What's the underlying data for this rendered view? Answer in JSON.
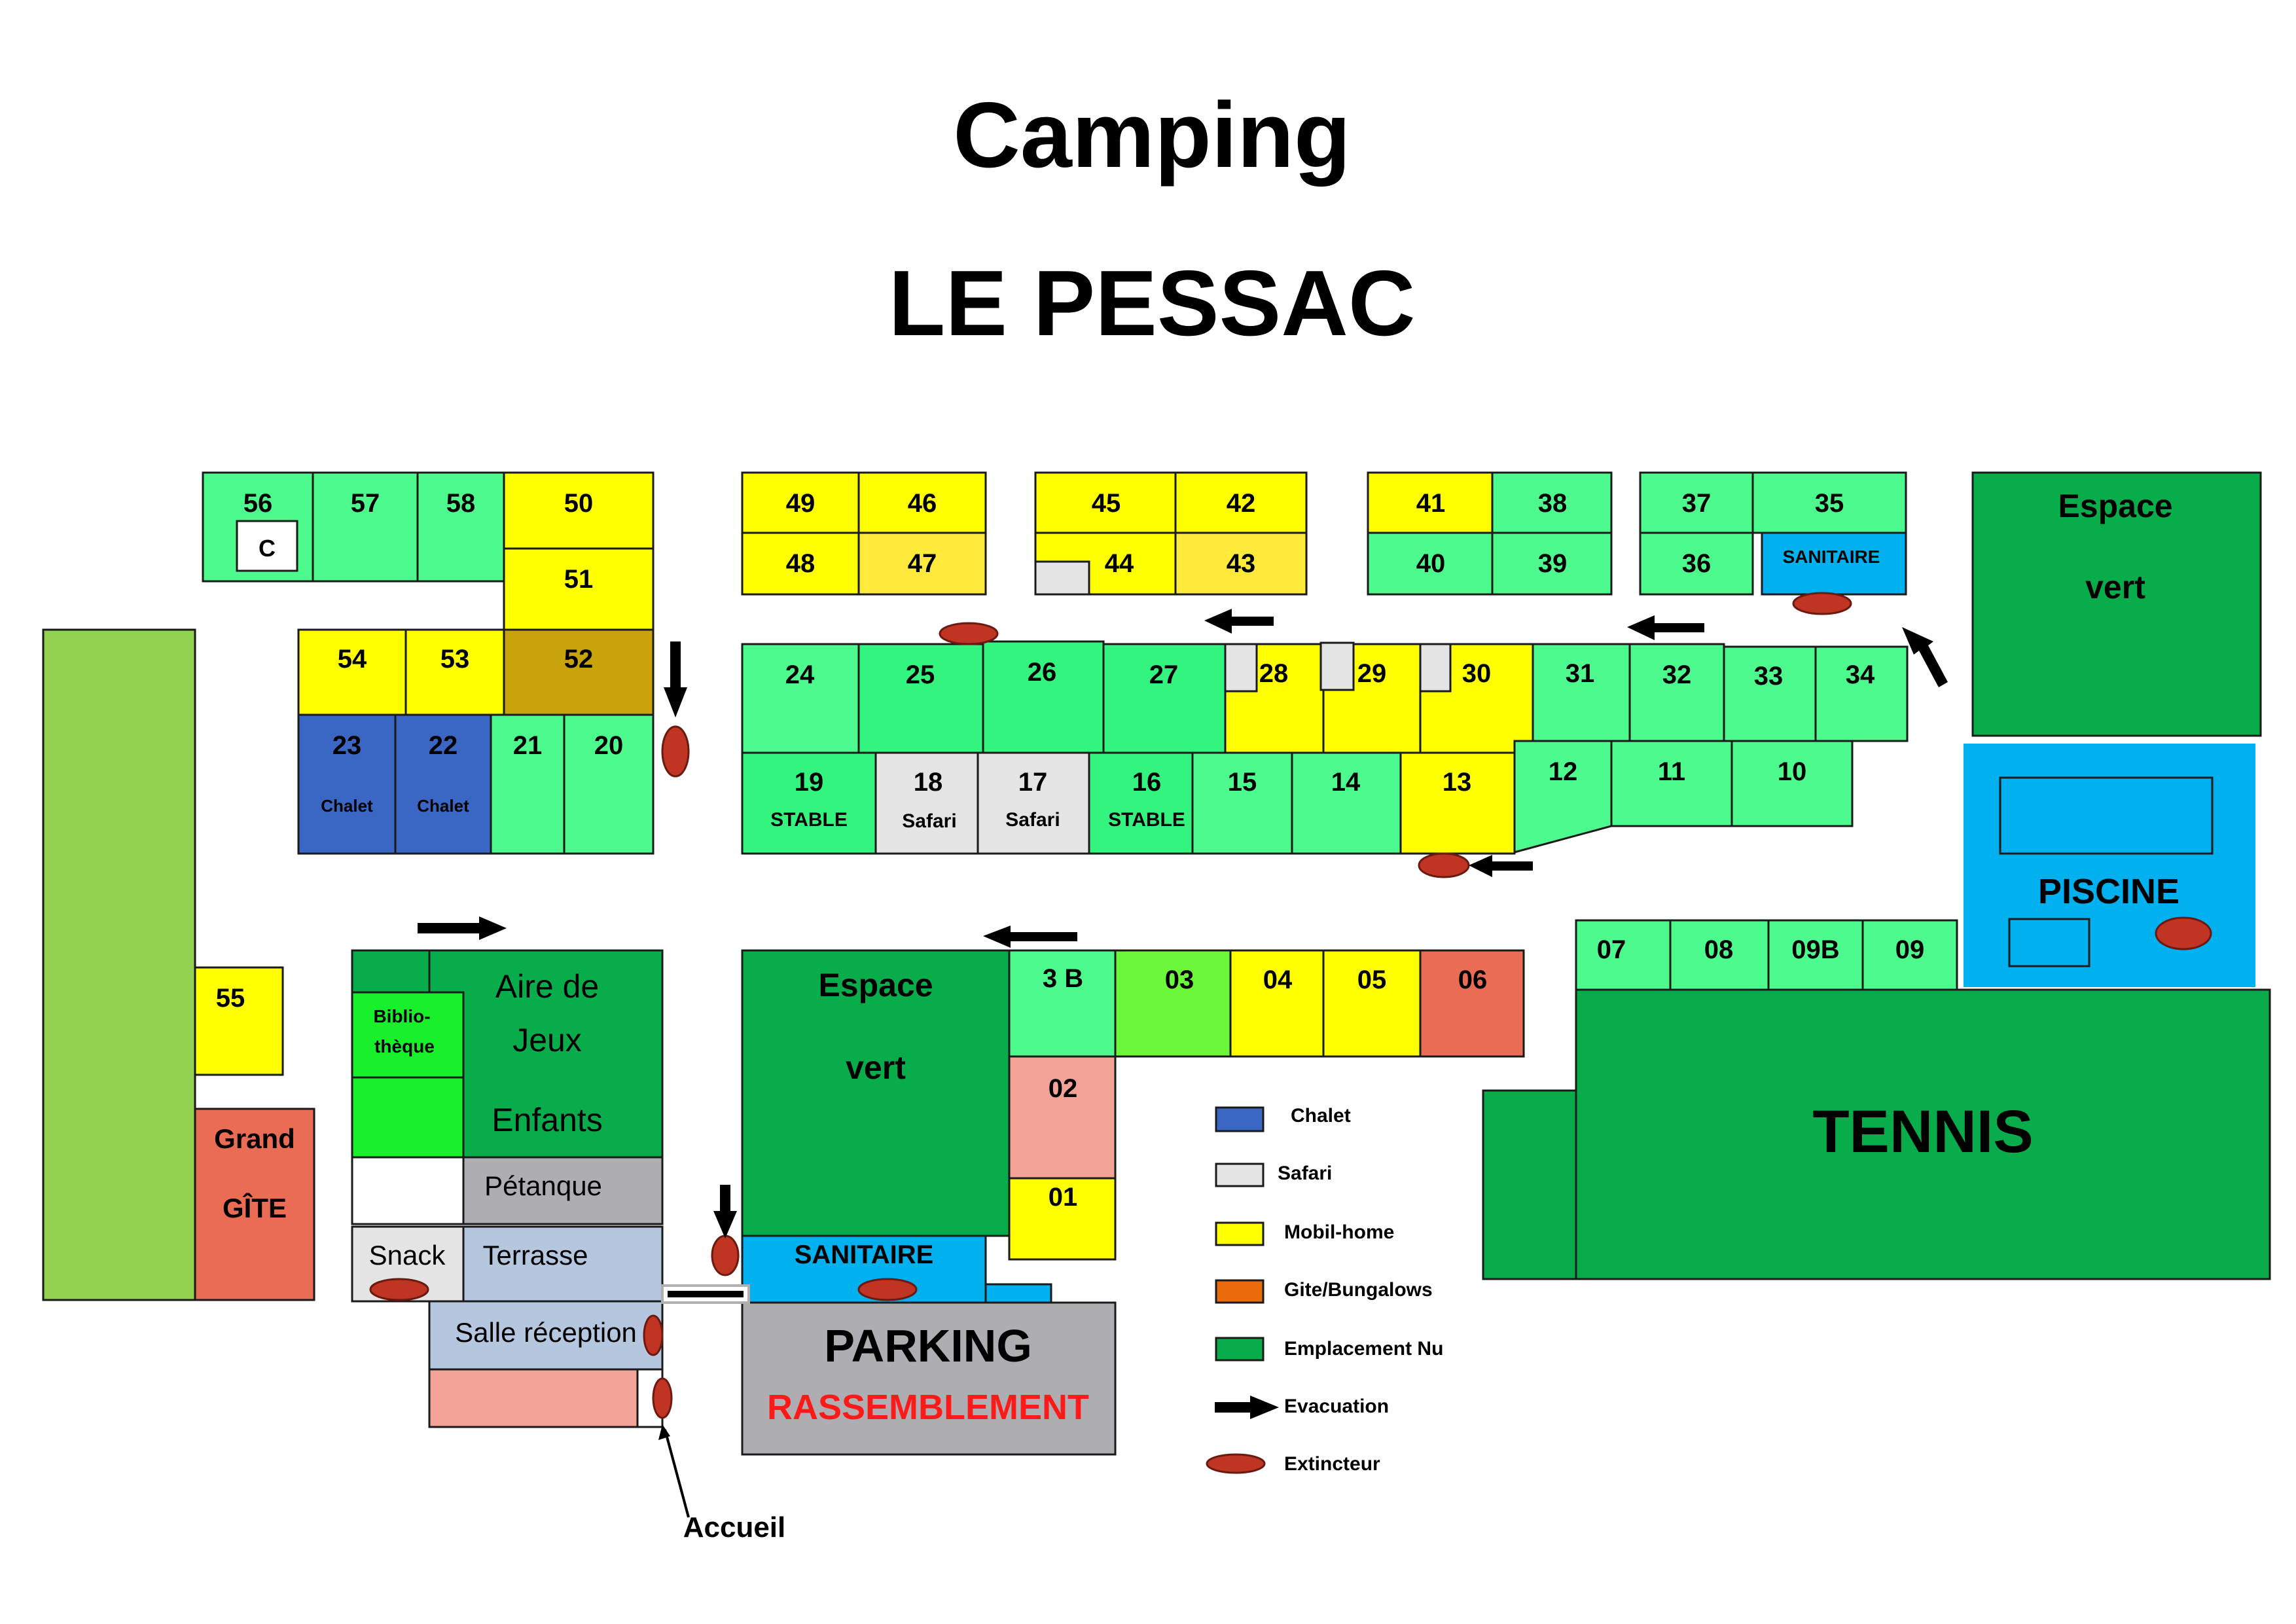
{
  "title": {
    "line1": "Camping",
    "line2": "LE PESSAC"
  },
  "colors": {
    "emplacement": "#4dfa8e",
    "emplacement_dark": "#34f480",
    "mobil_home": "#ffff00",
    "mobil_home_light": "#ffe93a",
    "mobil_home_dark": "#c9a30a",
    "chalet": "#3a66c4",
    "safari": "#e4e4e4",
    "espace_vert": "#08ac4b",
    "piscine": "#00b0ef",
    "gite": "#ea6c55",
    "light_green_strip": "#92d050",
    "light_pink": "#f2a296",
    "gray_blue": "#b5c6df",
    "gray": "#aeaeb2",
    "bright_green": "#19f02c",
    "lime": "#6cf73a",
    "extincteur": "#bf3422",
    "evac": "#000000"
  },
  "zones": {
    "c_box": "C",
    "stable": "STABLE",
    "safari": "Safari",
    "chalet": "Chalet",
    "espace_vert_top": [
      "Espace",
      "vert"
    ],
    "espace_vert_center": [
      "Espace",
      "vert"
    ],
    "piscine": "PISCINE",
    "tennis": "TENNIS",
    "grand_gite": [
      "Grand",
      "GÎTE"
    ],
    "aire_jeux": [
      "Aire de",
      "Jeux",
      "Enfants"
    ],
    "bibliotheque": [
      "Biblio-",
      "thèque"
    ],
    "petanque": "Pétanque",
    "snack": "Snack",
    "terrasse": "Terrasse",
    "salle_reception": "Salle réception",
    "sanitaire_top": "SANITAIRE",
    "sanitaire_bottom": "SANITAIRE",
    "parking": "PARKING",
    "rassemblement": "RASSEMBLEMENT",
    "accueil": "Accueil"
  },
  "plots": {
    "p56": "56",
    "p57": "57",
    "p58": "58",
    "p50": "50",
    "p51": "51",
    "p54": "54",
    "p53": "53",
    "p52": "52",
    "p23": "23",
    "p22": "22",
    "p21": "21",
    "p20": "20",
    "p49": "49",
    "p46": "46",
    "p48": "48",
    "p47": "47",
    "p45": "45",
    "p42": "42",
    "p44": "44",
    "p43": "43",
    "p41": "41",
    "p38": "38",
    "p40": "40",
    "p39": "39",
    "p37": "37",
    "p35": "35",
    "p36": "36",
    "p24": "24",
    "p25": "25",
    "p26": "26",
    "p27": "27",
    "p28": "28",
    "p29": "29",
    "p30": "30",
    "p31": "31",
    "p32": "32",
    "p33": "33",
    "p34": "34",
    "p19": "19",
    "p18": "18",
    "p17": "17",
    "p16": "16",
    "p15": "15",
    "p14": "14",
    "p13": "13",
    "p12": "12",
    "p11": "11",
    "p10": "10",
    "p07": "07",
    "p08": "08",
    "p09b": "09B",
    "p09": "09",
    "p3b": "3 B",
    "p03": "03",
    "p04": "04",
    "p05": "05",
    "p06": "06",
    "p02": "02",
    "p01": "01",
    "p55": "55"
  },
  "legend": [
    {
      "label": "Chalet",
      "color": "#3a66c4",
      "symbol": "box"
    },
    {
      "label": "Safari",
      "color": "#e4e4e4",
      "symbol": "box"
    },
    {
      "label": "Mobil-home",
      "color": "#ffff00",
      "symbol": "box"
    },
    {
      "label": "Gite/Bungalows",
      "color": "#e96b0c",
      "symbol": "box"
    },
    {
      "label": "Emplacement Nu",
      "color": "#08ac4b",
      "symbol": "box"
    },
    {
      "label": "Evacuation",
      "color": "#000000",
      "symbol": "arrow-icon"
    },
    {
      "label": "Extincteur",
      "color": "#bf3422",
      "symbol": "ellipse-icon"
    }
  ]
}
